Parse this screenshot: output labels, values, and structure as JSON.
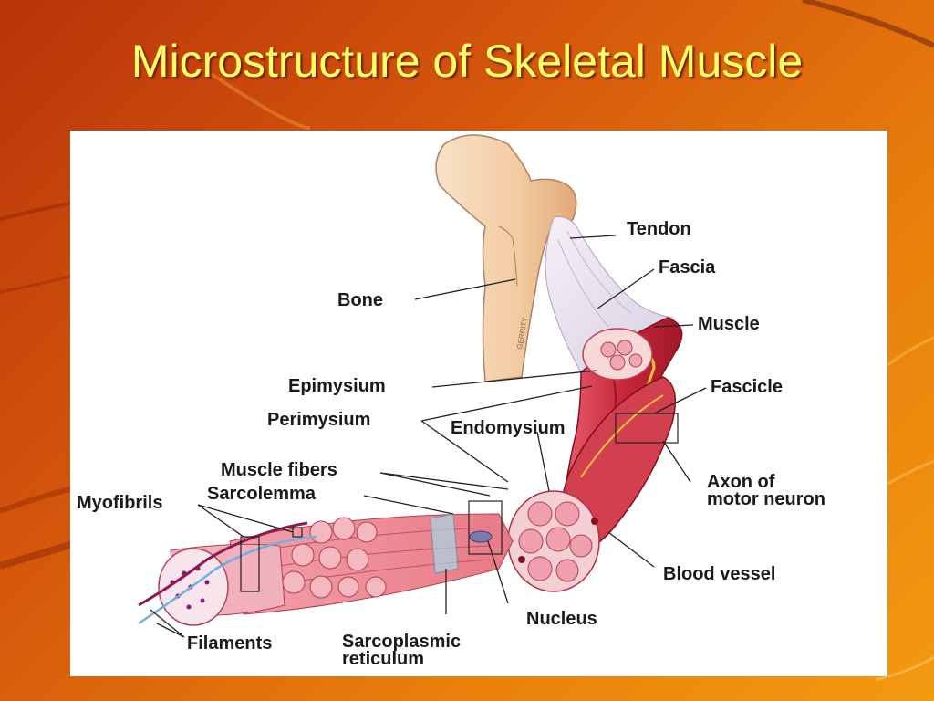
{
  "slide": {
    "title": "Microstructure of Skeletal Muscle"
  },
  "diagram": {
    "labels": {
      "tendon": "Tendon",
      "fascia": "Fascia",
      "bone": "Bone",
      "muscle": "Muscle",
      "epimysium": "Epimysium",
      "fascicle": "Fascicle",
      "perimysium": "Perimysium",
      "endomysium": "Endomysium",
      "muscle_fibers": "Muscle fibers",
      "sarcolemma": "Sarcolemma",
      "axon_line1": "Axon of",
      "axon_line2": "motor neuron",
      "myofibrils": "Myofibrils",
      "blood_vessel": "Blood vessel",
      "nucleus": "Nucleus",
      "filaments": "Filaments",
      "sarcoplasmic_line1": "Sarcoplasmic",
      "sarcoplasmic_line2": "reticulum"
    },
    "artist_signature": "GERRITY"
  },
  "colors": {
    "title": "#ffff66",
    "background_dark": "#b8340a",
    "background_light": "#f39a10",
    "muscle_red": "#c8283a",
    "bone": "#f6dcc0",
    "label_text": "#1a1a1a"
  }
}
